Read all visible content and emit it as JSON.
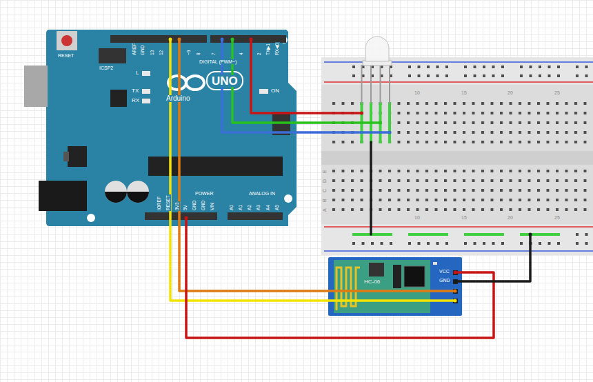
{
  "diagram": {
    "nodes": [
      {
        "text": [
          "RESET",
          "ICSP2",
          "AREF",
          "GND",
          "13",
          "12",
          "~9",
          "8",
          "7",
          "4",
          "2",
          "TX▶1",
          "RX◀0",
          "DIGITAL (PWM~)",
          "L",
          "TX",
          "RX",
          "ON",
          "UNO",
          "Arduino",
          "IOREF",
          "RESET",
          "3V3",
          "5V",
          "GND",
          "GND",
          "VIN",
          "POWER",
          "ANALOG IN",
          "A0",
          "A1",
          "A2",
          "A3",
          "A4",
          "A5"
        ]
      },
      {
        "text": [
          "10",
          "15",
          "20",
          "25",
          "A",
          "B",
          "C",
          "D",
          "E",
          "10",
          "15",
          "20",
          "25"
        ]
      },
      {
        "text": [
          "HC-06",
          "VCC",
          "GND"
        ]
      }
    ],
    "edges": [
      {
        "from": 0,
        "to": 2,
        "arrow": "none"
      },
      {
        "from": 0,
        "to": 2,
        "arrow": "none"
      },
      {
        "from": 0,
        "to": 2,
        "arrow": "none"
      },
      {
        "from": 0,
        "to": 1,
        "arrow": "none"
      },
      {
        "from": 0,
        "to": 1,
        "arrow": "none"
      },
      {
        "from": 0,
        "to": 1,
        "arrow": "none"
      },
      {
        "from": 1,
        "to": 2,
        "arrow": "none"
      }
    ]
  }
}
